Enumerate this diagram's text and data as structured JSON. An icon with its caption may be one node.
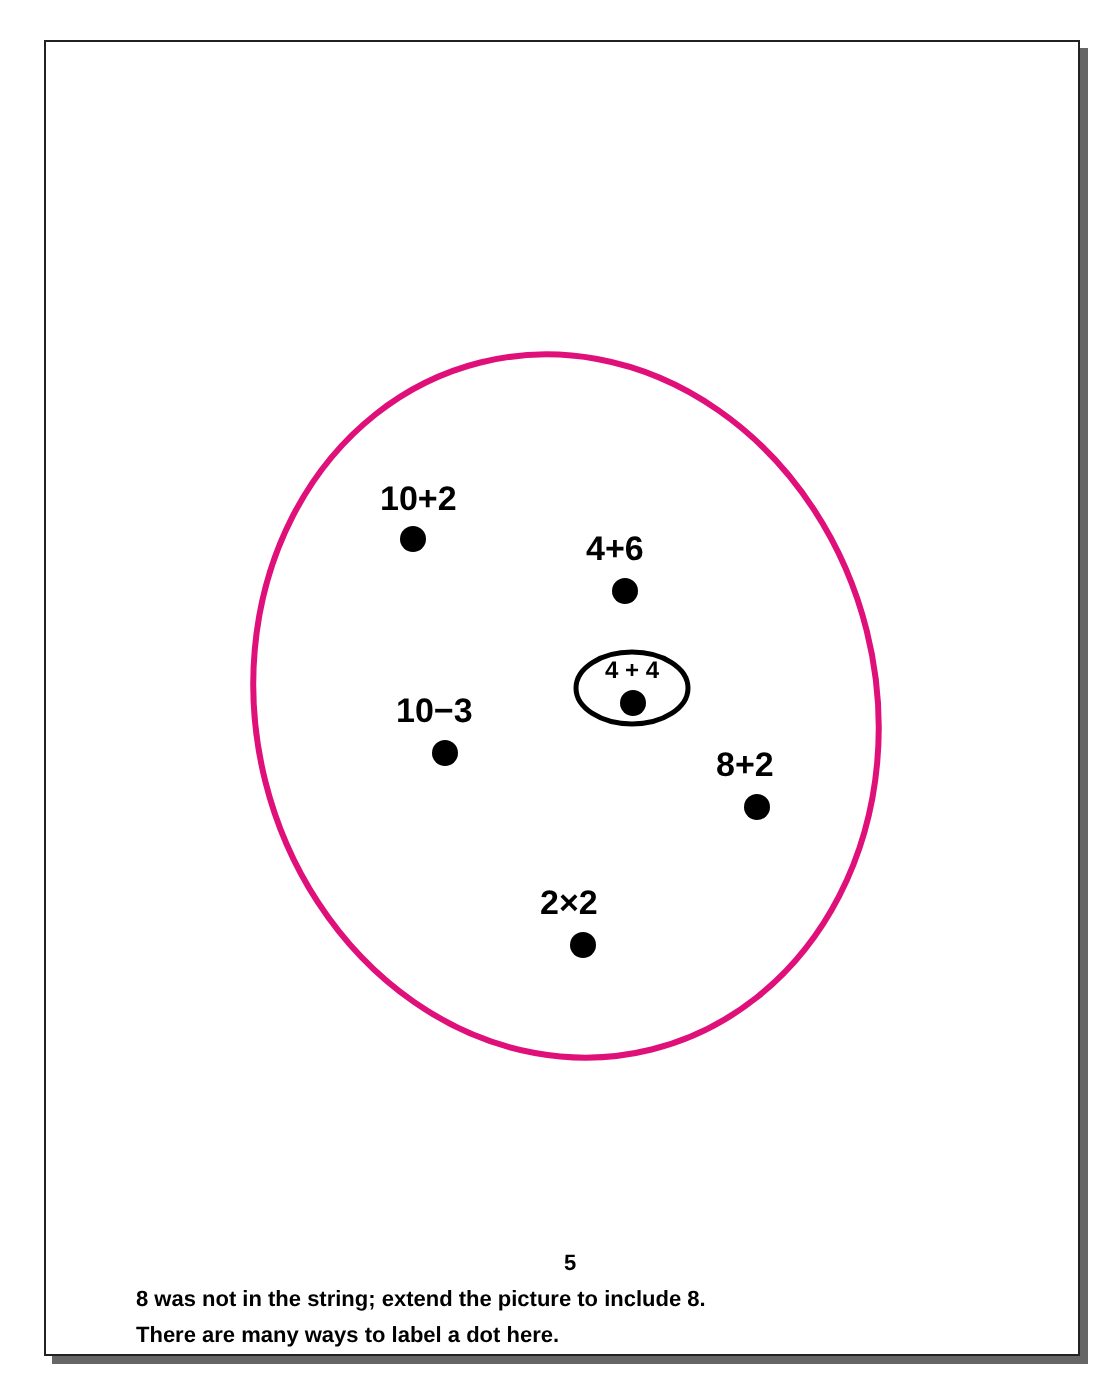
{
  "diagram": {
    "nodes": [
      {
        "text": [],
        "shape": "circle"
      },
      {
        "text": [
          "4 + 4"
        ],
        "in": 0
      }
    ],
    "labels": [
      "10+2",
      "4+6",
      "10−3",
      "8+2",
      "2×2",
      "5",
      "8 was not in the string; extend the picture to include 8.",
      "There are many ways to label a dot here."
    ]
  }
}
